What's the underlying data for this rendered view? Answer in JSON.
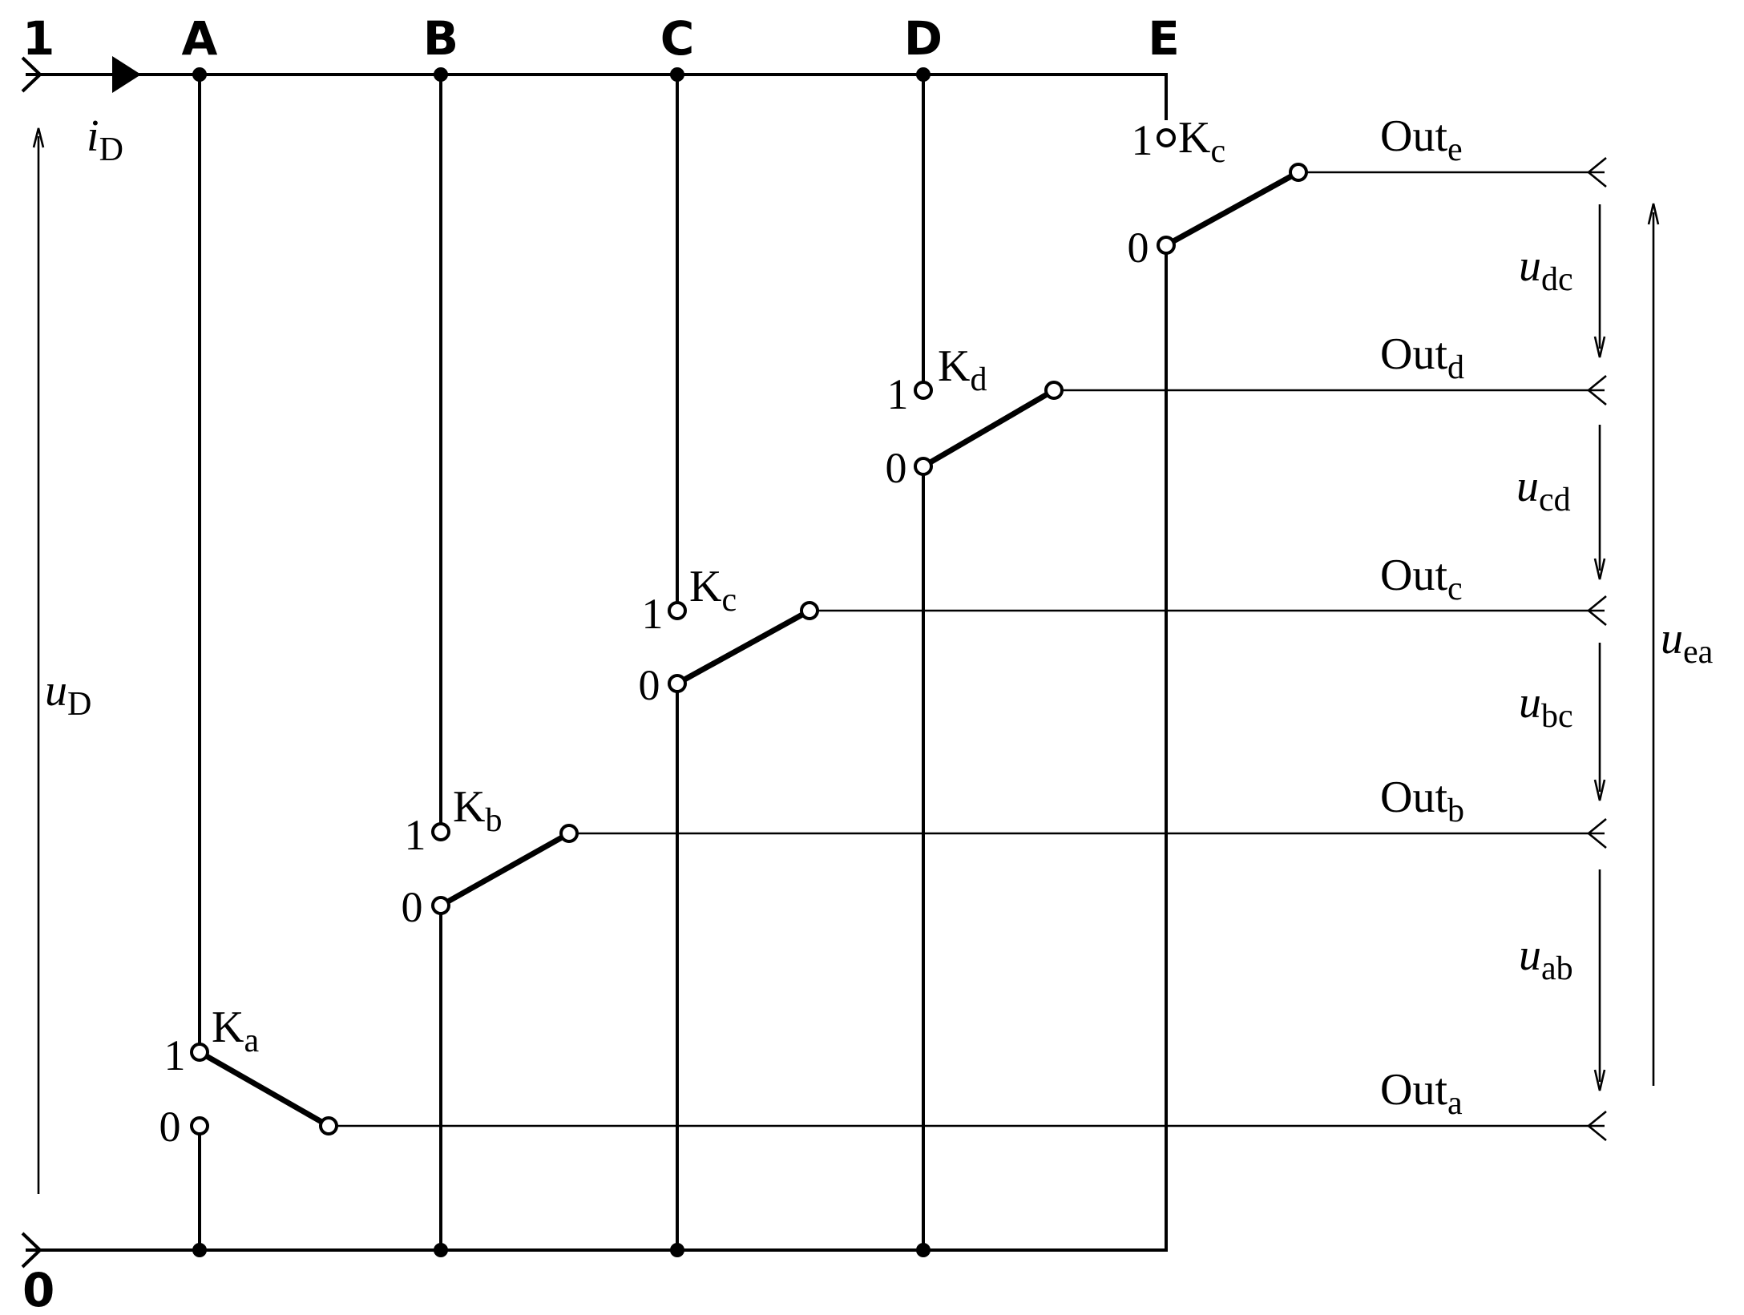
{
  "terminals": {
    "top": "1",
    "bottom": "0"
  },
  "buses": [
    "A",
    "B",
    "C",
    "D",
    "E"
  ],
  "current": {
    "symbol": "i",
    "sub": "D"
  },
  "voltage_total": {
    "symbol": "u",
    "sub": "D"
  },
  "switches": [
    {
      "name": "K",
      "sub": "a",
      "pos_on": "1",
      "pos_off": "0"
    },
    {
      "name": "K",
      "sub": "b",
      "pos_on": "1",
      "pos_off": "0"
    },
    {
      "name": "K",
      "sub": "c",
      "pos_on": "1",
      "pos_off": "0"
    },
    {
      "name": "K",
      "sub": "d",
      "pos_on": "1",
      "pos_off": "0"
    },
    {
      "name": "K",
      "sub": "c",
      "pos_on": "1",
      "pos_off": "0"
    }
  ],
  "outputs": [
    {
      "name": "Out",
      "sub": "a"
    },
    {
      "name": "Out",
      "sub": "b"
    },
    {
      "name": "Out",
      "sub": "c"
    },
    {
      "name": "Out",
      "sub": "d"
    },
    {
      "name": "Out",
      "sub": "e"
    }
  ],
  "voltages": [
    {
      "symbol": "u",
      "sub": "ab"
    },
    {
      "symbol": "u",
      "sub": "bc"
    },
    {
      "symbol": "u",
      "sub": "cd"
    },
    {
      "symbol": "u",
      "sub": "dc"
    }
  ],
  "voltage_overall": {
    "symbol": "u",
    "sub": "ea"
  }
}
